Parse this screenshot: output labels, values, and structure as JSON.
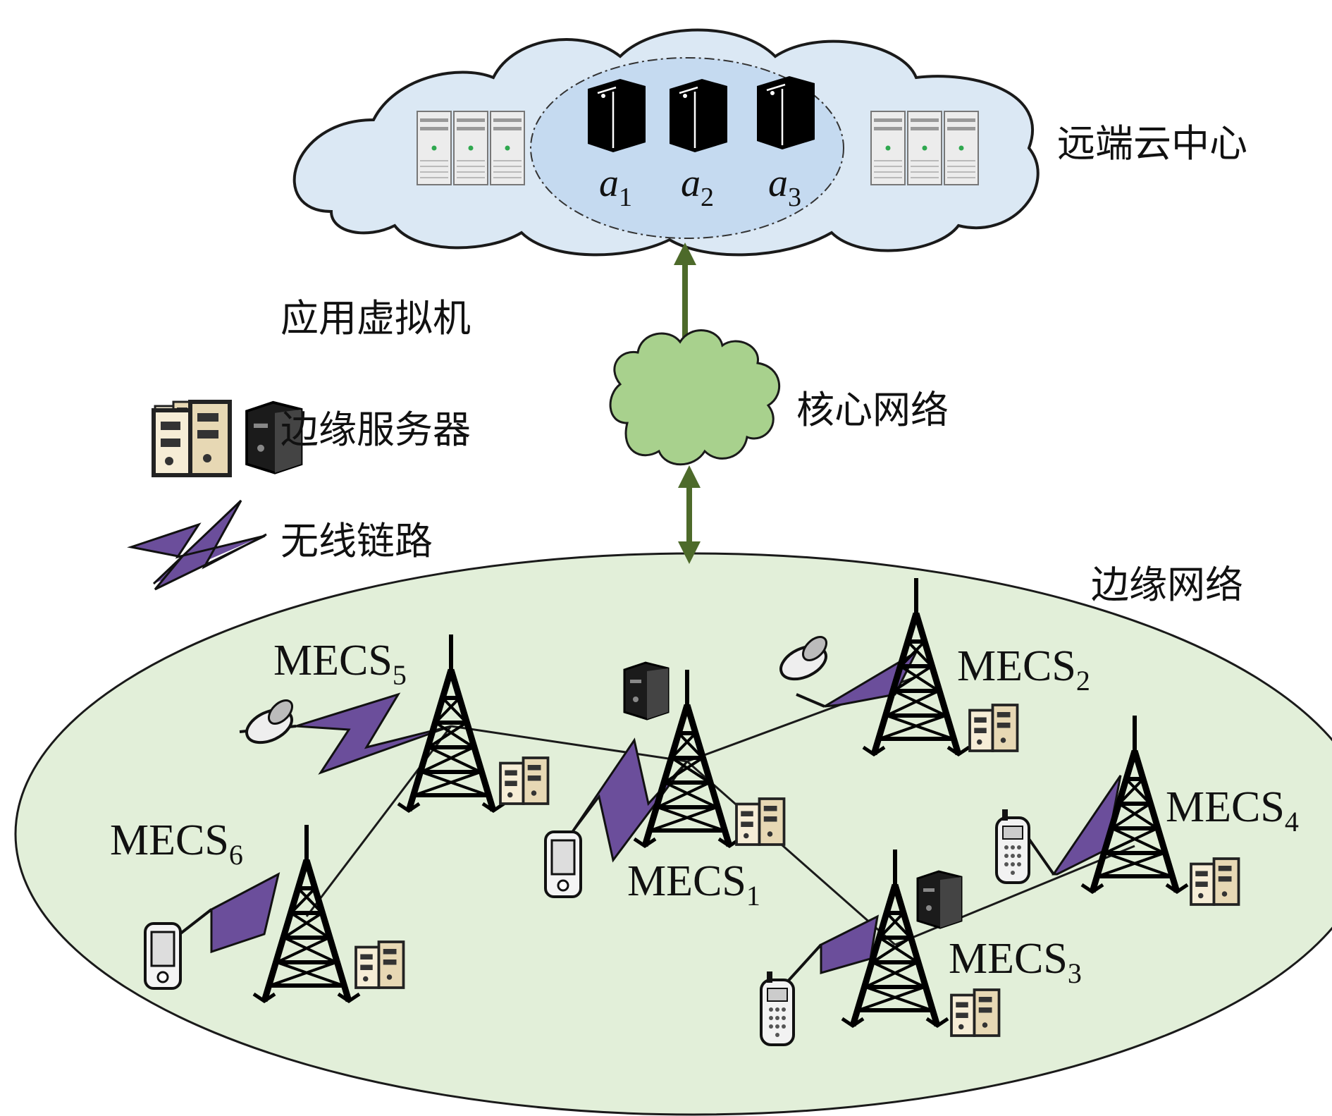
{
  "cloud": {
    "title": "远端云中心",
    "vms": [
      {
        "name": "a",
        "sub": "1"
      },
      {
        "name": "a",
        "sub": "2"
      },
      {
        "name": "a",
        "sub": "3"
      }
    ]
  },
  "core": {
    "label": "核心网络"
  },
  "edge": {
    "label": "边缘网络"
  },
  "legend": [
    {
      "icon": "vm-icon",
      "label": "应用虚拟机"
    },
    {
      "icon": "edge-server-icon",
      "label": "边缘服务器"
    },
    {
      "icon": "wireless-link-icon",
      "label": "无线链路"
    }
  ],
  "stations": [
    {
      "id": "1",
      "name": "MECS",
      "sub": "1"
    },
    {
      "id": "2",
      "name": "MECS",
      "sub": "2"
    },
    {
      "id": "3",
      "name": "MECS",
      "sub": "3"
    },
    {
      "id": "4",
      "name": "MECS",
      "sub": "4"
    },
    {
      "id": "5",
      "name": "MECS",
      "sub": "5"
    },
    {
      "id": "6",
      "name": "MECS",
      "sub": "6"
    }
  ],
  "colors": {
    "cloud_fill": "#dbe8f4",
    "core_fill": "#a8d18d",
    "edge_fill": "#e2efd9",
    "wireless": "#6b4e9b",
    "arrow": "#4d6a2a"
  }
}
